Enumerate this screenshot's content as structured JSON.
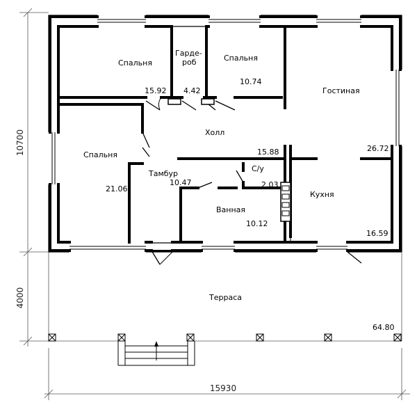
{
  "rooms": [
    {
      "name": "Спальня",
      "area": "15.92"
    },
    {
      "name": "Гарде-",
      "name2": "роб",
      "area": "4.42"
    },
    {
      "name": "Спальня",
      "area": "10.74"
    },
    {
      "name": "Гостиная",
      "area": "26.72"
    },
    {
      "name": "Холл",
      "area": "15.88"
    },
    {
      "name": "Спальня",
      "area": "21.06"
    },
    {
      "name": "Тамбур",
      "area": "10.47"
    },
    {
      "name": "С/у",
      "area": "2.03"
    },
    {
      "name": "Кухня",
      "area": "16.59"
    },
    {
      "name": "Ванная",
      "area": "10.12"
    },
    {
      "name": "Терраса",
      "area": "64.80"
    }
  ],
  "dimensions": {
    "height_house": "10700",
    "height_terrace": "4000",
    "width_total": "15930"
  }
}
